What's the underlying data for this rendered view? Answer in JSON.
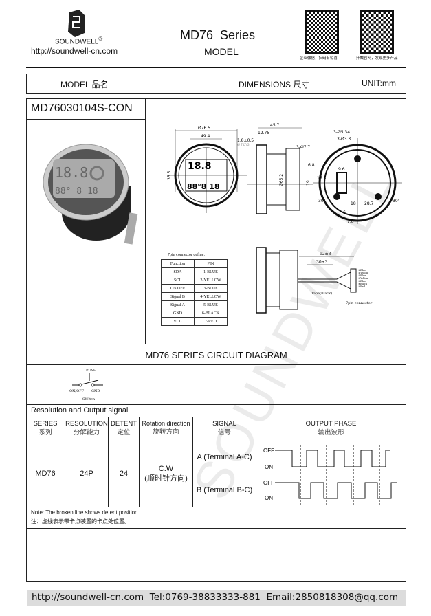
{
  "header": {
    "brand": "SOUNDWELL",
    "brand_mark": "®",
    "url": "http://soundwell-cn.com",
    "title": "MD76  Series",
    "subtitle": "MODEL",
    "qr1_caption": "企业微信，扫码有惊喜",
    "qr2_caption": "升威官网，发现更多产品"
  },
  "bar": {
    "model_label": "MODEL 品名",
    "dimensions_label": "DIMENSIONS 尺寸",
    "unit_label": "UNIT:mm"
  },
  "model_name": "MD76030104S-CON",
  "drawing": {
    "dims": {
      "d765": "Ø76.5",
      "d494": "49.4",
      "d355": "35.5",
      "d457": "45.7",
      "d1275": "12.75",
      "d18": "1.8±0.5",
      "d18_note": "W TILT/G",
      "d37": "3-Ø7.7",
      "d68": "6.8",
      "d19": "19",
      "d652": "Ø65.2",
      "d534": "3-Ø5.34",
      "d33": "3-Ø3.3",
      "d96": "9.6",
      "d165": "16.5",
      "d18b": "18",
      "d287": "28.7",
      "d30a": "30°",
      "d30b": "30°",
      "d78": "7.8",
      "d6": "6",
      "d62": "62±3",
      "d30": "30±3"
    },
    "tape_label": "Tape(Black)",
    "connector_label": "7pin connector",
    "wire_colors": [
      "①Blue",
      "②Yellow",
      "③Blue",
      "④Yellow",
      "⑤Blue",
      "⑥Black",
      "⑦Red"
    ],
    "pin_title": "7pin connector define:",
    "pin_headers": [
      "Function",
      "PIN"
    ],
    "pins": [
      [
        "SDA",
        "1-BLUE"
      ],
      [
        "SCL",
        "2-YELLOW"
      ],
      [
        "ON/OFF",
        "3-BLUE"
      ],
      [
        "Signal B",
        "4-YELLOW"
      ],
      [
        "Signal A",
        "5-BLUE"
      ],
      [
        "GND",
        "6-BLACK"
      ],
      [
        "VCC",
        "7-RED"
      ]
    ]
  },
  "circuit": {
    "title": "MD76 SERIES CIRCUIT DIAGRAM",
    "push": "PUSH",
    "on_off": "ON/OFF",
    "gnd": "GND",
    "switch": "SWitch"
  },
  "resolution": {
    "title": "Resolution and Output signal",
    "headers": [
      {
        "en": "SERIES",
        "zh": "系列"
      },
      {
        "en": "RESOLUTION",
        "zh": "分解能力"
      },
      {
        "en": "DETENT",
        "zh": "定位"
      },
      {
        "en": "Rotation direction",
        "zh": "旋转方向"
      },
      {
        "en": "SIGNAL",
        "zh": "信号"
      },
      {
        "en": "OUTPUT PHASE",
        "zh": "输出波形"
      }
    ],
    "series": "MD76",
    "res": "24P",
    "detent": "24",
    "direction": "C.W",
    "direction_zh": "(顺时针方向)",
    "signal_a": "A (Terminal A-C)",
    "signal_b": "B (Terminal B-C)",
    "off": "OFF",
    "on": "ON"
  },
  "note": {
    "en": "Note: The broken line shows detent position.",
    "zh": "注：虚线表示带卡点装置的卡点处位置。"
  },
  "watermark": "SOUNDWELL",
  "footer": {
    "text": "http://soundwell-cn.com  Tel:0769-38833333-881  Email:2850818308@qq.com"
  }
}
